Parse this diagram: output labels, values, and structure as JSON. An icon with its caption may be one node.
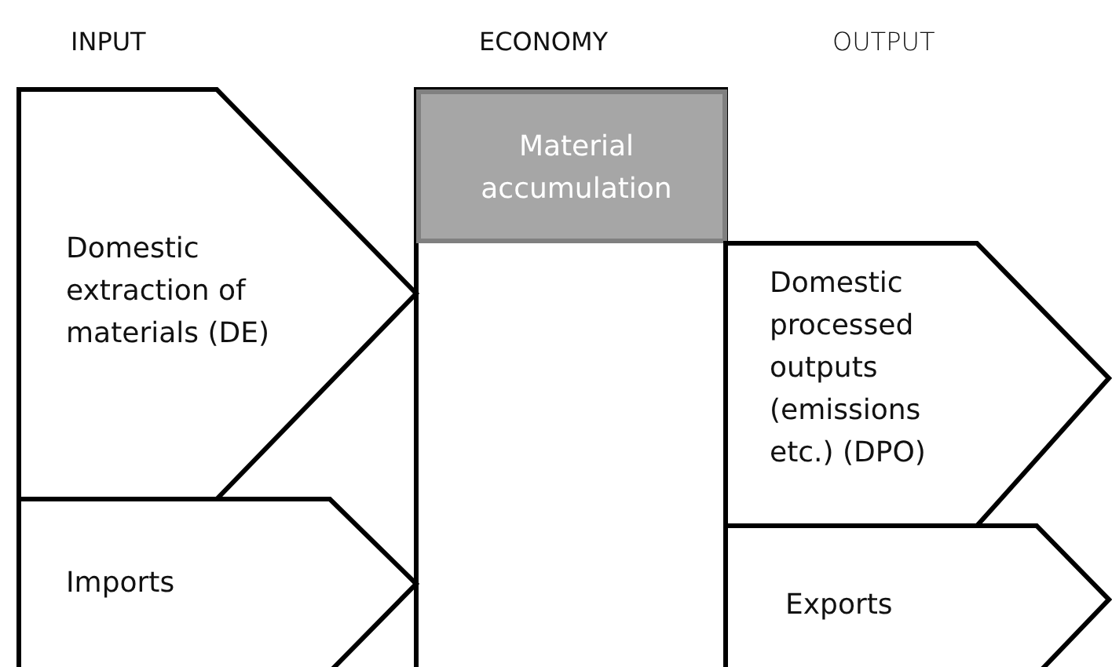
{
  "diagram": {
    "nodes": [
      {
        "text": [
          "Domestic extraction of materials (DE)"
        ]
      },
      {
        "text": [
          "Imports"
        ]
      },
      {
        "text": [
          "ECONOMY"
        ]
      },
      {
        "text": [
          "Material accumulation"
        ],
        "in": 2
      },
      {
        "text": [
          "Domestic processed outputs (emissions etc.) (DPO)"
        ]
      },
      {
        "text": [
          "Exports"
        ]
      }
    ],
    "labels": [
      "INPUT",
      "OUTPUT"
    ]
  }
}
